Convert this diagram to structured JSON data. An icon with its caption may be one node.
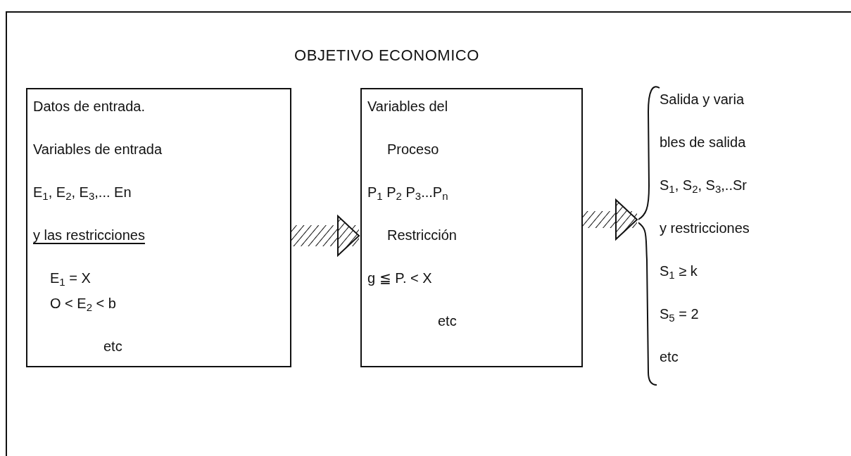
{
  "diagram": {
    "nodes": [
      {
        "text": [
          "OBJETIVO ECONOMICO"
        ]
      },
      {
        "text": [
          "Datos de entrada.",
          "Variables de entrada",
          "E$_{1}$,  E$_{2}$,  E$_{3}$,... En",
          "y las restricciones",
          "E$_{1}$ = X",
          "O < E$_{2}$ < b",
          "etc"
        ],
        "in": 0
      },
      {
        "text": [
          "Variables del",
          "Proceso",
          "P$_{1}$  P$_{2}$  P$_{3}$...P$_{n}$",
          "Restricción",
          "g ≦ P. < X",
          "etc"
        ],
        "in": 0
      },
      {
        "text": [
          "Salida y varia",
          "bles de salida",
          "S$_{1}$, S$_{2}$, S$_{3}$,..Sr",
          "y restricciones",
          "S$_{1}$ ≥ k",
          "S$_{5}$ = 2",
          "etc"
        ],
        "in": 0
      }
    ],
    "edges": [
      {
        "from": 1,
        "to": 2,
        "arrow": "to"
      },
      {
        "from": 2,
        "to": 3,
        "arrow": "to"
      }
    ]
  }
}
